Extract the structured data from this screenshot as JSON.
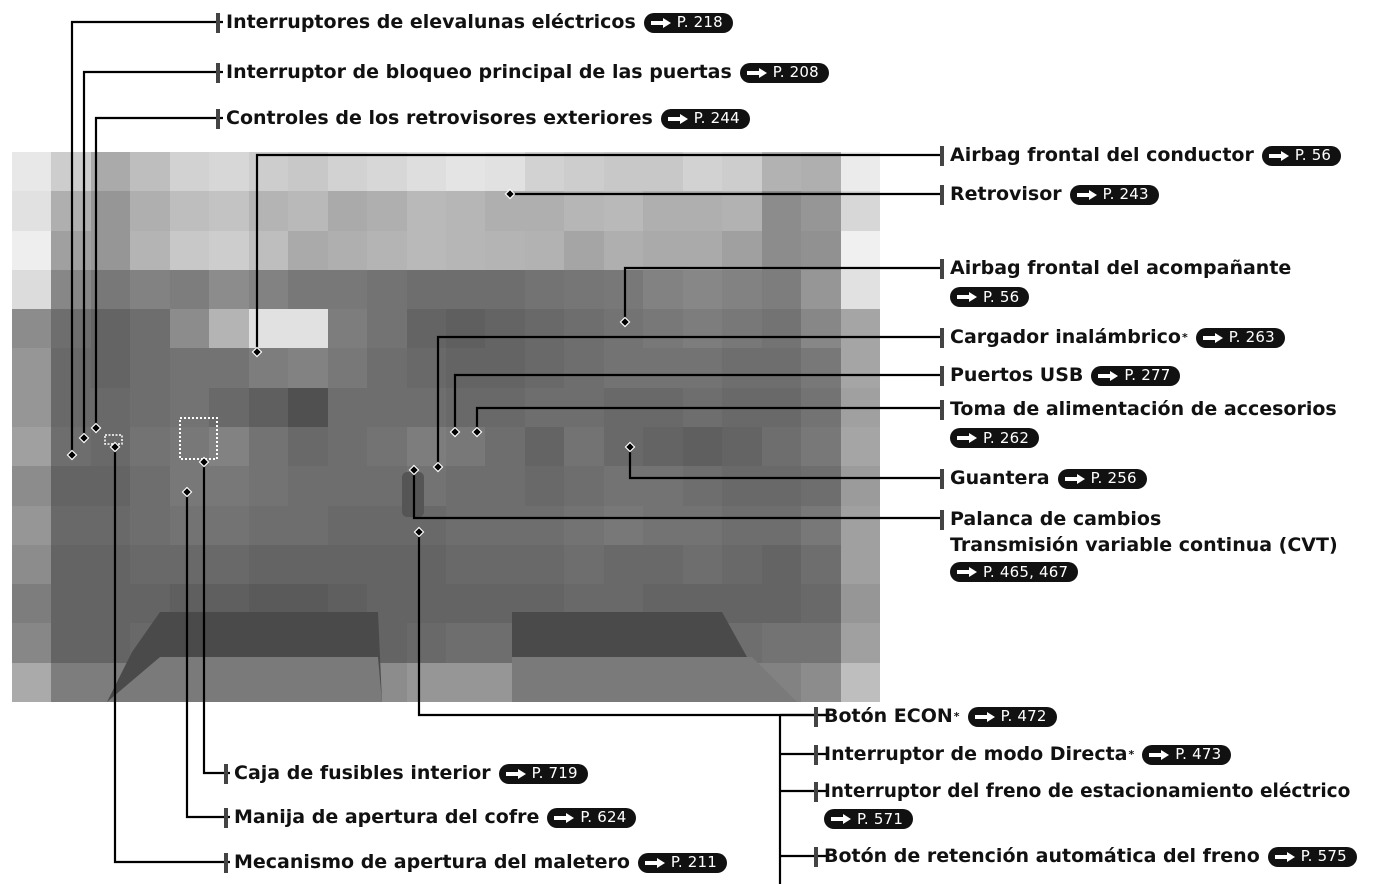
{
  "labels": {
    "elevalunas": {
      "text": "Interruptores de elevalunas eléctricos",
      "page": "218"
    },
    "bloqueo": {
      "text": "Interruptor de bloqueo principal de las puertas",
      "page": "208"
    },
    "retrovisores_ext": {
      "text": "Controles de los retrovisores exteriores",
      "page": "244"
    },
    "airbag_conductor": {
      "text": "Airbag frontal del conductor",
      "page": "56"
    },
    "retrovisor": {
      "text": "Retrovisor",
      "page": "243"
    },
    "airbag_acompanante": {
      "text": "Airbag frontal del acompañante",
      "page": "56"
    },
    "cargador": {
      "text": "Cargador inalámbrico",
      "star": "*",
      "page": "263"
    },
    "usb": {
      "text": "Puertos USB",
      "page": "277"
    },
    "toma": {
      "text": "Toma de alimentación de accesorios",
      "page": "262"
    },
    "guantera": {
      "text": "Guantera",
      "page": "256"
    },
    "palanca": {
      "text": "Palanca de cambios",
      "text2": "Transmisión variable continua (CVT)",
      "page": "465, 467"
    },
    "econ": {
      "text": "Botón ECON",
      "star": "*",
      "page": "472"
    },
    "directa": {
      "text": "Interruptor de modo Directa",
      "star": "*",
      "page": "473"
    },
    "freno_estac": {
      "text": "Interruptor del freno de estacionamiento eléctrico",
      "page": "571"
    },
    "retencion": {
      "text": "Botón de retención automática del freno",
      "page": "575"
    },
    "fusibles": {
      "text": "Caja de fusibles interior",
      "page": "719"
    },
    "cofre": {
      "text": "Manija de apertura del cofre",
      "page": "624"
    },
    "maletero": {
      "text": "Mecanismo de apertura del maletero",
      "page": "211"
    }
  },
  "page_prefix": "P.",
  "icons": {
    "ref_arrow": "arrow-right-icon",
    "marker": "diamond-marker-icon"
  }
}
